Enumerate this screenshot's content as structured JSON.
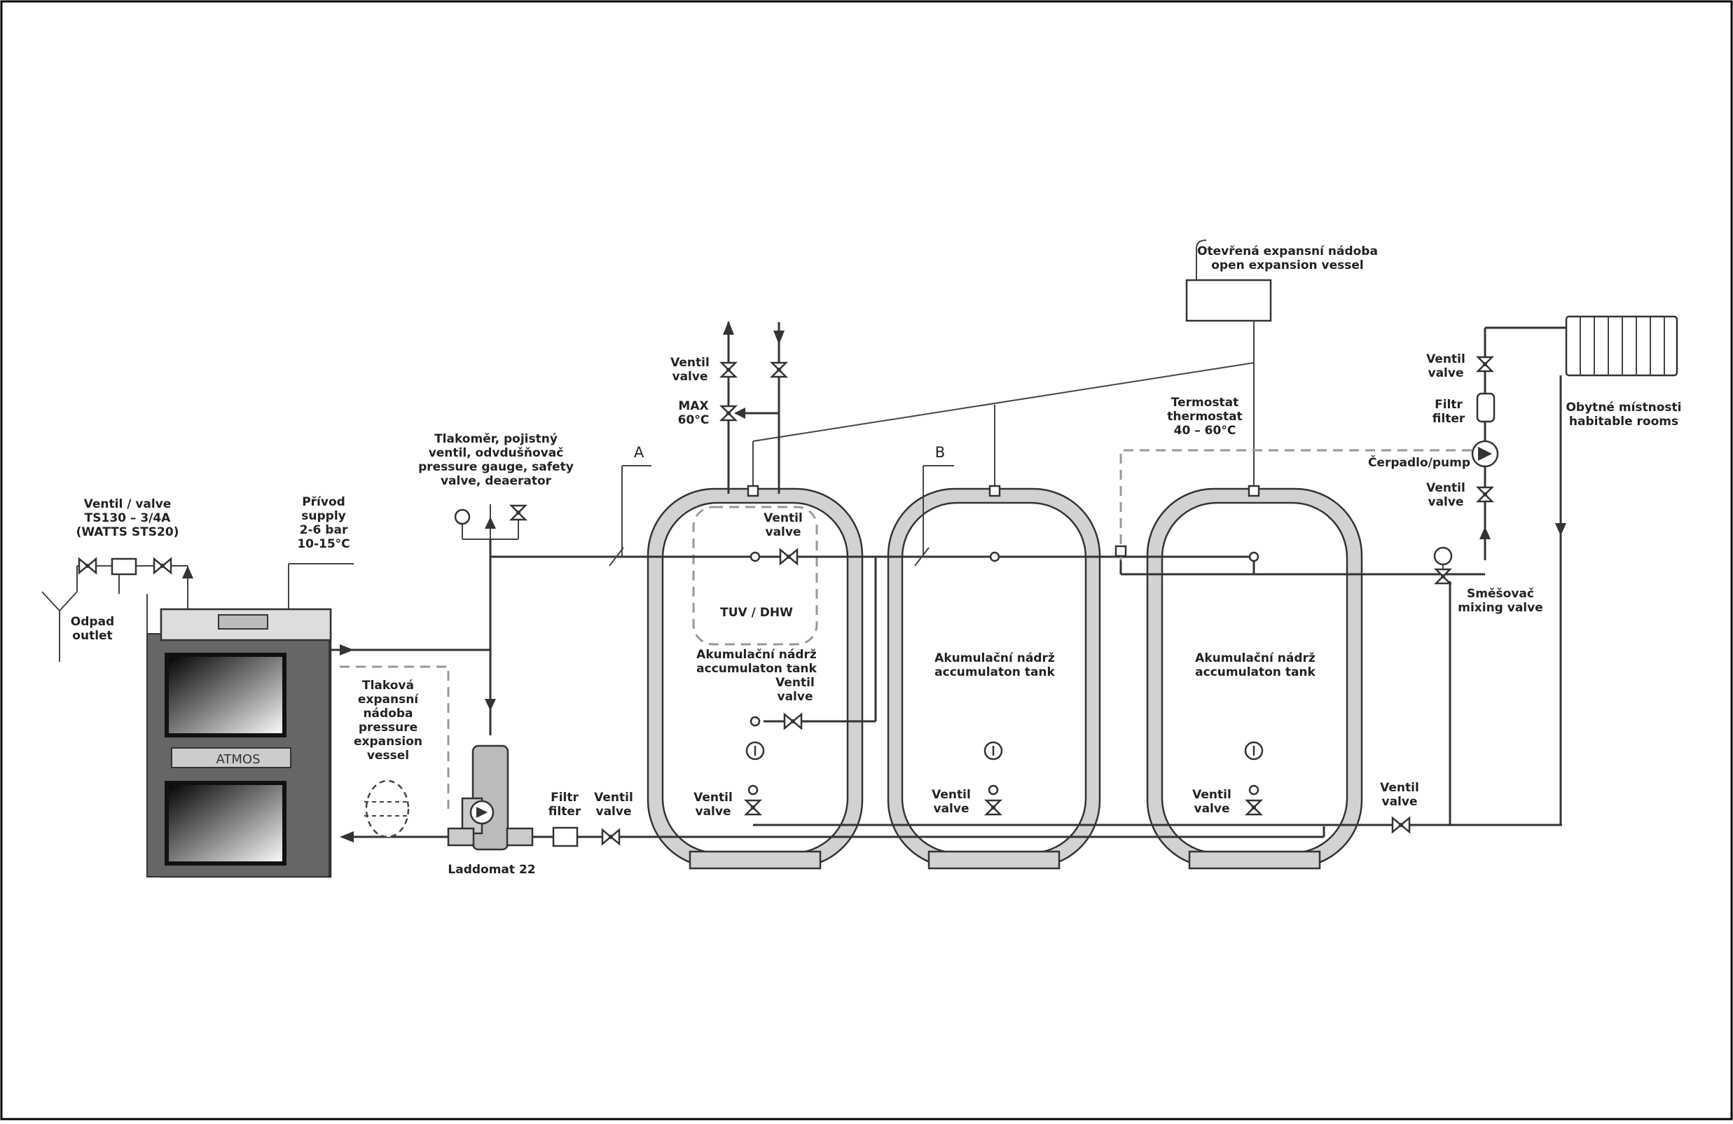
{
  "labels": {
    "open_vessel_1": "Otevřená expansní nádoba",
    "open_vessel_2": "open expansion vessel",
    "ventil": "Ventil",
    "valve": "valve",
    "max": "MAX",
    "max_temp": "60°C",
    "pressure_1": "Tlakoměr, pojistný",
    "pressure_2": "ventil, odvdušňovač",
    "pressure_3": "pressure gauge, safety",
    "pressure_4": "valve, deaerator",
    "letter_a": "A",
    "letter_b": "B",
    "thermostat_1": "Termostat",
    "thermostat_2": "thermostat",
    "thermostat_3": "40 – 60°C",
    "filtr": "Filtr",
    "filter": "filter",
    "pump": "Čerpadlo/pump",
    "rooms_1": "Obytné místnosti",
    "rooms_2": "habitable rooms",
    "ts_1": "Ventil / valve",
    "ts_2": "TS130 – 3/4A",
    "ts_3": "(WATTS STS20)",
    "supply_1": "Přívod",
    "supply_2": "supply",
    "supply_3": "2-6 bar",
    "supply_4": "10-15°C",
    "outlet_1": "Odpad",
    "outlet_2": "outlet",
    "dhw": "TUV / DHW",
    "acc_1": "Akumulační nádrž",
    "acc_2": "accumulaton tank",
    "mix_1": "Směšovač",
    "mix_2": "mixing valve",
    "pev_1": "Tlaková",
    "pev_2": "expansní",
    "pev_3": "nádoba",
    "pev_4": "pressure",
    "pev_5": "expansion",
    "pev_6": "vessel",
    "brand": "ATMOS",
    "laddomat": "Laddomat 22"
  }
}
